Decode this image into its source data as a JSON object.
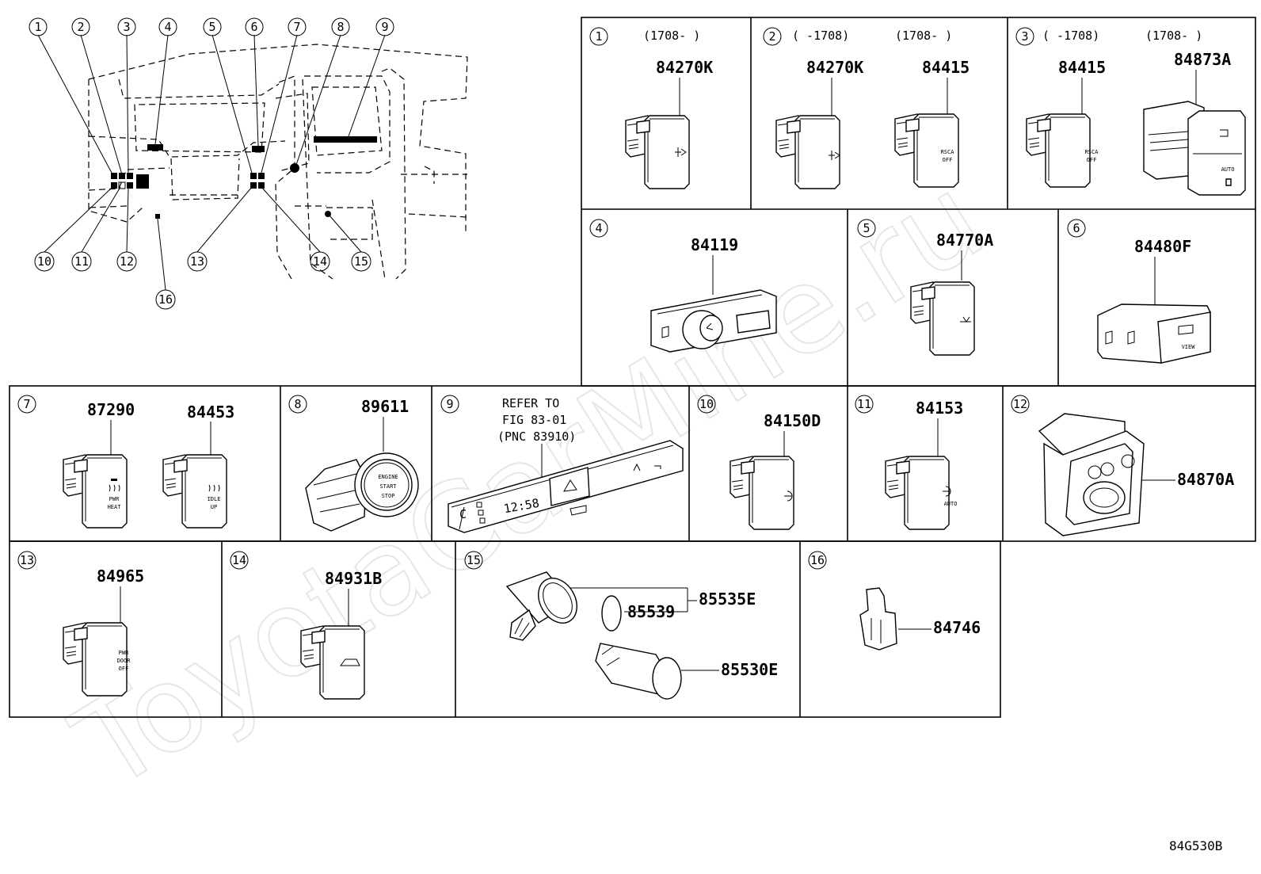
{
  "watermark": "ToyotaCarMine.ru",
  "diagram_code": "84G530B",
  "overview": {
    "top_callouts": [
      "1",
      "2",
      "3",
      "4",
      "5",
      "6",
      "7",
      "8",
      "9"
    ],
    "bottom_callouts": [
      "10",
      "11",
      "12",
      "13",
      "14",
      "15",
      "16"
    ]
  },
  "panels": [
    {
      "num": "1",
      "ranges": [
        "(1708-     )"
      ],
      "parts": [
        "84270K"
      ]
    },
    {
      "num": "2",
      "ranges": [
        "(     -1708)",
        "(1708-     )"
      ],
      "parts": [
        "84270K",
        "84415"
      ]
    },
    {
      "num": "3",
      "ranges": [
        "(     -1708)",
        "(1708-     )"
      ],
      "parts": [
        "84415",
        "84873A"
      ]
    },
    {
      "num": "4",
      "parts": [
        "84119"
      ]
    },
    {
      "num": "5",
      "parts": [
        "84770A"
      ]
    },
    {
      "num": "6",
      "parts": [
        "84480F"
      ]
    },
    {
      "num": "7",
      "parts": [
        "87290",
        "84453"
      ]
    },
    {
      "num": "8",
      "parts": [
        "89611"
      ]
    },
    {
      "num": "9",
      "refer": [
        "REFER TO",
        "FIG 83-01",
        "(PNC 83910)"
      ],
      "display": "12:58"
    },
    {
      "num": "10",
      "parts": [
        "84150D"
      ]
    },
    {
      "num": "11",
      "parts": [
        "84153"
      ]
    },
    {
      "num": "12",
      "parts": [
        "84870A"
      ]
    },
    {
      "num": "13",
      "parts": [
        "84965"
      ]
    },
    {
      "num": "14",
      "parts": [
        "84931B"
      ]
    },
    {
      "num": "15",
      "parts": [
        "85535E",
        "85539",
        "85530E"
      ]
    },
    {
      "num": "16",
      "parts": [
        "84746"
      ]
    }
  ],
  "switch_labels": {
    "rsca": [
      "RSCA",
      "OFF"
    ],
    "auto": "AUTO",
    "view": "VIEW",
    "pwr_heat": [
      "PWR",
      "HEAT"
    ],
    "idle_up": [
      "IDLE",
      "UP"
    ],
    "engine": [
      "ENGINE",
      "START",
      "STOP"
    ],
    "pwr_door": [
      "PWR",
      "DOOR",
      "OFF"
    ],
    "c_label": "C"
  }
}
